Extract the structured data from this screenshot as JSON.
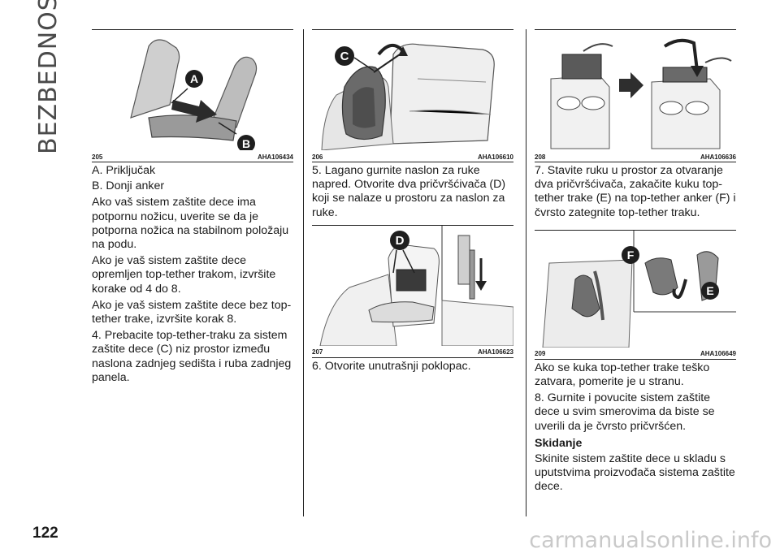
{
  "section_title": "BEZBEDNOST",
  "page_number": "122",
  "watermark": "carmanualsonline.info",
  "columns": [
    {
      "figures": [
        {
          "number": "205",
          "code": "AHA106434",
          "labels": [
            "A",
            "B"
          ]
        }
      ],
      "paragraphs": [
        "A. Priključak",
        "B. Donji anker",
        "Ako vaš sistem zaštite dece ima potpornu nožicu, uverite se da je potporna nožica na stabilnom položaju na podu.",
        "Ako je vaš sistem zaštite dece opremljen top-tether trakom, izvršite korake od 4 do 8.",
        "Ako je vaš sistem zaštite dece bez top-tether trake, izvršite korak 8.",
        "4. Prebacite top-tether-traku za sistem zaštite dece (C) niz prostor između naslona zadnjeg sedišta i ruba zadnjeg panela."
      ]
    },
    {
      "figures": [
        {
          "number": "206",
          "code": "AHA106610",
          "labels": [
            "C"
          ]
        },
        {
          "number": "207",
          "code": "AHA106623",
          "labels": [
            "D"
          ]
        }
      ],
      "para_a": "5. Lagano gurnite naslon za ruke napred. Otvorite dva pričvršćivača (D) koji se nalaze u prostoru za naslon za ruke.",
      "para_b": "6. Otvorite unutrašnji poklopac."
    },
    {
      "figures": [
        {
          "number": "208",
          "code": "AHA106636",
          "labels": []
        },
        {
          "number": "209",
          "code": "AHA106649",
          "labels": [
            "F",
            "E"
          ]
        }
      ],
      "para_a": "7. Stavite ruku u prostor za otvaranje dva pričvršćivača, zakačite kuku top-tether trake (E) na top-tether anker (F) i čvrsto zategnite top-tether traku.",
      "paragraphs_b": [
        "Ako se kuka top-tether trake teško zatvara, pomerite je u stranu.",
        "8. Gurnite i povucite sistem zaštite dece u svim smerovima da biste se uverili da je čvrsto pričvršćen."
      ],
      "heading": "Skidanje",
      "para_c": "Skinite sistem zaštite dece u skladu s uputstvima proizvođača sistema zaštite dece."
    }
  ]
}
